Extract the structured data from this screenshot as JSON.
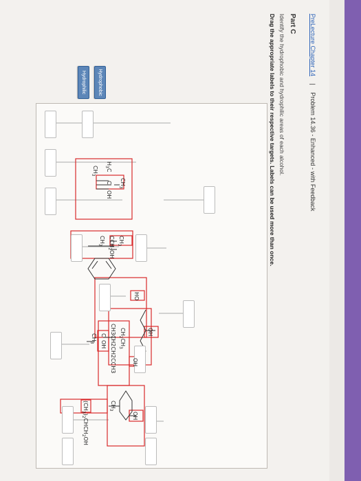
{
  "header": {
    "breadcrumb_link": "PreLecture Chapter 14",
    "breadcrumb_separator": "|",
    "problem_title": "Problem 14.36 - Enhanced - with Feedback"
  },
  "part": {
    "title": "Part C",
    "instruction": "Identify the hydrophobic and hydrophilic areas of each alcohol.",
    "drag_instruction": "Drag the appropriate labels to their respective targets. Labels can be used more than once."
  },
  "labels": [
    "Hydrophobic",
    "Hydrophilic"
  ],
  "molecules": {
    "m1": {
      "top": "CH",
      "top_sub": "3",
      "left": "H",
      "left_sub": "3",
      "left_c": "C",
      "center": "C",
      "oh": "OH",
      "bottom": "CH",
      "bottom_sub": "3"
    },
    "m2": {
      "top": "CH",
      "top_sub": "3",
      "mid": "CCH",
      "mid_sub": "2",
      "mid_end": "OH",
      "bottom": "CH",
      "bottom_sub": "3"
    },
    "m3": {
      "top": "CH",
      "top_sub": "2",
      "top_end": "CH",
      "top_end_sub": "3",
      "chain": "CH3CH2CH2CCH3",
      "mid": "C",
      "mid_oh": "OH",
      "bottom": "CH",
      "bottom_sub": "3"
    },
    "m4": {
      "ho": "HO",
      "oh_top": "OH",
      "oh_right": "OH"
    },
    "m5": {
      "oh": "OH",
      "ch3": "CH",
      "ch3_sub": "3"
    },
    "m6": {
      "formula": "(CH",
      "formula_sub": "3",
      "formula_mid": ")",
      "formula_sub2": "2",
      "formula_end": "CHCH",
      "formula_sub3": "2",
      "formula_oh": "OH"
    }
  }
}
